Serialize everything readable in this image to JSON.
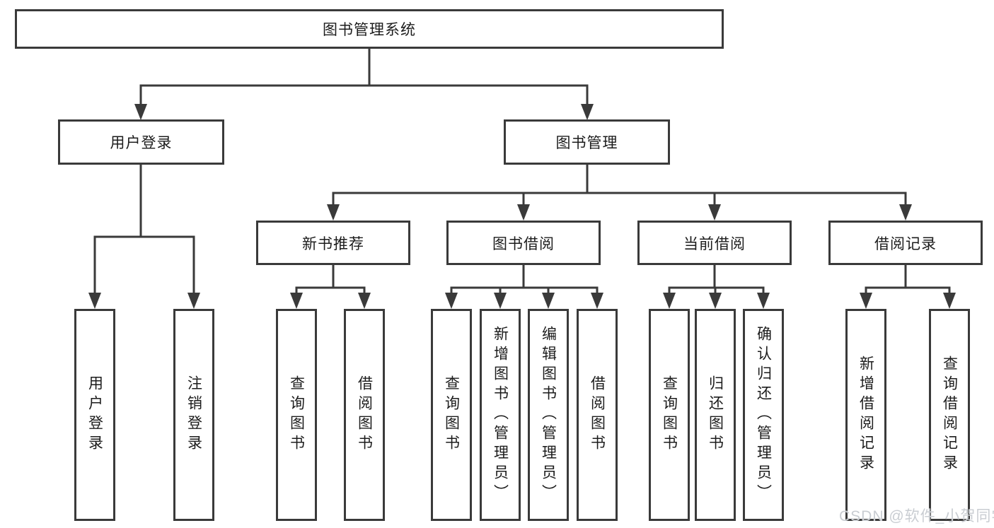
{
  "tree": {
    "root": "图书管理系统",
    "branches": [
      {
        "label": "用户登录",
        "children": [
          {
            "label": "用户登录"
          },
          {
            "label": "注销登录"
          }
        ]
      },
      {
        "label": "图书管理",
        "children": [
          {
            "label": "新书推荐",
            "children": [
              {
                "label": "查询图书"
              },
              {
                "label": "借阅图书"
              }
            ]
          },
          {
            "label": "图书借阅",
            "children": [
              {
                "label": "查询图书"
              },
              {
                "label": "新增图书（管理员）"
              },
              {
                "label": "编辑图书（管理员）"
              },
              {
                "label": "借阅图书"
              }
            ]
          },
          {
            "label": "当前借阅",
            "children": [
              {
                "label": "查询图书"
              },
              {
                "label": "归还图书"
              },
              {
                "label": "确认归还（管理员）"
              }
            ]
          },
          {
            "label": "借阅记录",
            "children": [
              {
                "label": "新增借阅记录"
              },
              {
                "label": "查询借阅记录"
              }
            ]
          }
        ]
      }
    ]
  },
  "colors": {
    "line": "#3a3a3a",
    "text": "#1c1c1c",
    "watermark": "#c9cdd2"
  },
  "watermark": "CSDN @软件_小贺同学"
}
